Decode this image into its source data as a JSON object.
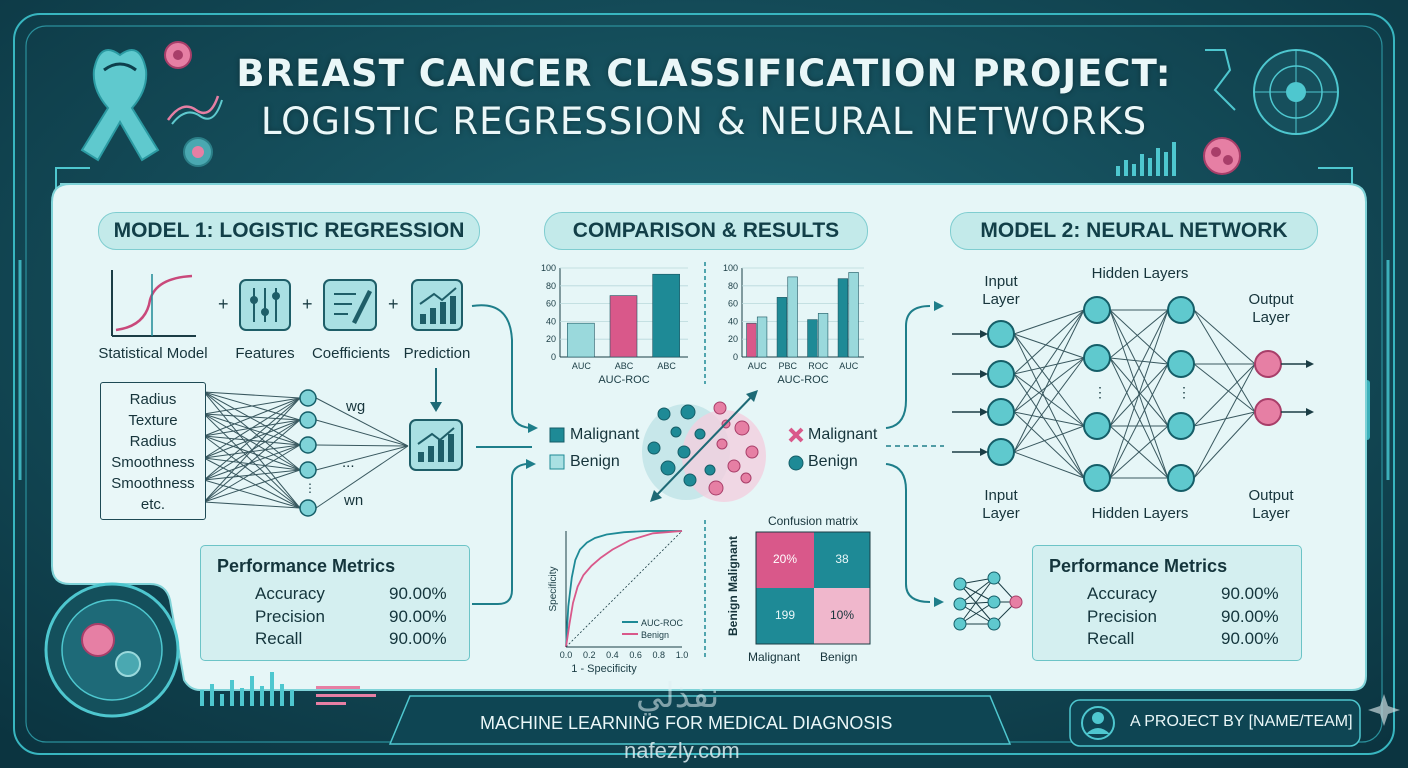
{
  "title": {
    "line1": "BREAST CANCER CLASSIFICATION PROJECT:",
    "line2": "LOGISTIC REGRESSION & NEURAL NETWORKS"
  },
  "model1": {
    "heading": "MODEL 1: LOGISTIC REGRESSION",
    "steps": [
      "Statistical Model",
      "Features",
      "Coefficients",
      "Prediction"
    ],
    "features": [
      "Radius",
      "Texture",
      "Radius",
      "Smoothness",
      "Smoothness",
      "etc."
    ],
    "weight_first": "wg",
    "weight_last": "wn",
    "ellipsis": "...",
    "metrics": {
      "heading": "Performance Metrics",
      "rows": [
        {
          "label": "Accuracy",
          "value": "90.00%"
        },
        {
          "label": "Precision",
          "value": "90.00%"
        },
        {
          "label": "Recall",
          "value": "90.00%"
        }
      ]
    }
  },
  "comparison": {
    "heading": "COMPARISON & RESULTS",
    "legend_left": [
      "Malignant",
      "Benign"
    ],
    "legend_right": [
      "Malignant",
      "Benign"
    ],
    "confusion": {
      "title": "Confusion matrix",
      "row_labels": [
        "Malignant",
        "Benign"
      ],
      "col_labels": [
        "Malignant",
        "Benign"
      ],
      "cells": [
        [
          "20%",
          "38"
        ],
        [
          "199",
          "10%"
        ]
      ]
    }
  },
  "model2": {
    "heading": "MODEL 2: NEURAL NETWORK",
    "input_top": "Input\nLayer",
    "hidden_top": "Hidden Layers",
    "output_top": "Output\nLayer",
    "input_bottom": "Input\nLayer",
    "hidden_bottom": "Hidden Layers",
    "output_bottom": "Output\nLayer",
    "metrics": {
      "heading": "Performance Metrics",
      "rows": [
        {
          "label": "Accuracy",
          "value": "90.00%"
        },
        {
          "label": "Precision",
          "value": "90.00%"
        },
        {
          "label": "Recall",
          "value": "90.00%"
        }
      ]
    }
  },
  "footer": {
    "subtitle": "MACHINE LEARNING FOR MEDICAL DIAGNOSIS",
    "credit": "A PROJECT BY [NAME/TEAM]",
    "watermark": "nafezly.com",
    "watermark_ar": "نفذلي"
  },
  "colors": {
    "teal": "#1e8a96",
    "light_teal": "#9ad9dc",
    "pink": "#d9588a",
    "light_pink": "#f0b7cc"
  },
  "chart_data": [
    {
      "type": "bar",
      "categories": [
        "AUC",
        "ABC",
        "ABC"
      ],
      "values": [
        38,
        69,
        93
      ],
      "xlabel": "AUC-ROC",
      "ylim": [
        0,
        100
      ],
      "yticks": [
        0,
        20,
        40,
        60,
        80,
        100
      ]
    },
    {
      "type": "bar",
      "categories": [
        "AUC",
        "PBC",
        "ROC",
        "AUC"
      ],
      "series": [
        {
          "values": [
            38,
            67,
            42,
            88
          ]
        },
        {
          "values": [
            45,
            90,
            49,
            95
          ]
        }
      ],
      "xlabel": "AUC-ROC",
      "ylim": [
        0,
        100
      ],
      "yticks": [
        0,
        20,
        40,
        60,
        80,
        100
      ]
    },
    {
      "type": "line",
      "xlabel": "1 - Specificity",
      "ylabel": "Specificity",
      "xlim": [
        0,
        1
      ],
      "ylim": [
        0,
        1
      ],
      "xticks": [
        "0.0",
        "0.2",
        "0.4",
        "0.6",
        "0.8",
        "1.0"
      ],
      "series": [
        {
          "name": "AUC-ROC",
          "x": [
            0,
            0.02,
            0.05,
            0.08,
            0.12,
            0.18,
            0.25,
            0.35,
            0.5,
            0.7,
            1.0
          ],
          "y": [
            0,
            0.35,
            0.6,
            0.75,
            0.84,
            0.9,
            0.94,
            0.97,
            0.99,
            1.0,
            1.0
          ]
        },
        {
          "name": "Benign",
          "x": [
            0,
            0.03,
            0.06,
            0.1,
            0.15,
            0.22,
            0.3,
            0.4,
            0.55,
            0.75,
            1.0
          ],
          "y": [
            0,
            0.2,
            0.38,
            0.52,
            0.62,
            0.7,
            0.77,
            0.84,
            0.92,
            0.98,
            1.0
          ]
        },
        {
          "x": [
            0,
            1
          ],
          "y": [
            0,
            1
          ]
        }
      ]
    }
  ]
}
